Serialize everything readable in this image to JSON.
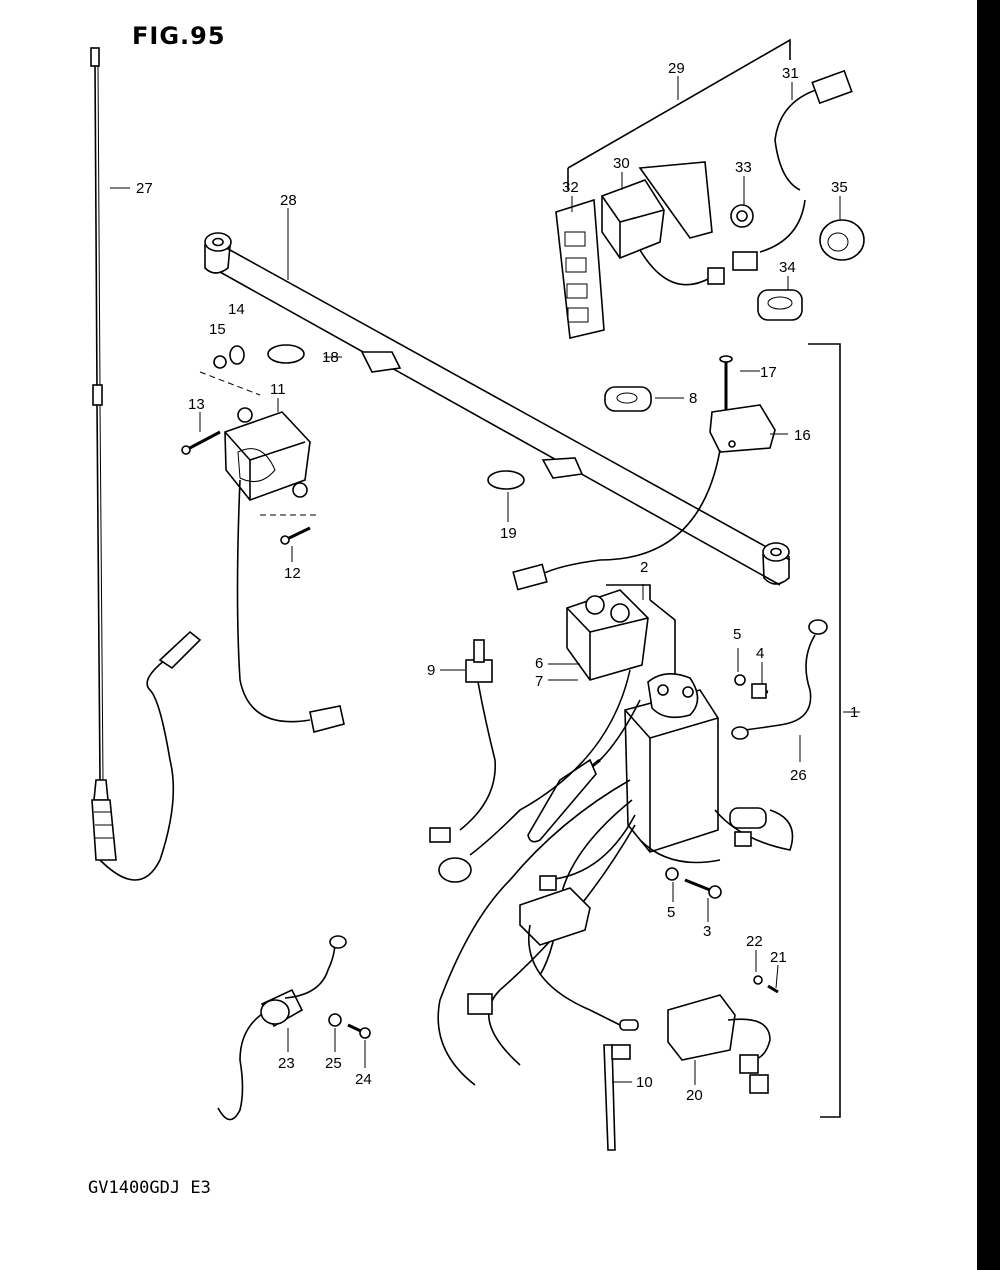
{
  "figure": {
    "title": "FIG.95",
    "model_code": "GV1400GDJ E3"
  },
  "callouts": [
    {
      "id": "1",
      "label": "1"
    },
    {
      "id": "2",
      "label": "2"
    },
    {
      "id": "3",
      "label": "3"
    },
    {
      "id": "4",
      "label": "4"
    },
    {
      "id": "5a",
      "label": "5"
    },
    {
      "id": "5b",
      "label": "5"
    },
    {
      "id": "6",
      "label": "6"
    },
    {
      "id": "7",
      "label": "7"
    },
    {
      "id": "8",
      "label": "8"
    },
    {
      "id": "9",
      "label": "9"
    },
    {
      "id": "10",
      "label": "10"
    },
    {
      "id": "11",
      "label": "11"
    },
    {
      "id": "12",
      "label": "12"
    },
    {
      "id": "13",
      "label": "13"
    },
    {
      "id": "14",
      "label": "14"
    },
    {
      "id": "15",
      "label": "15"
    },
    {
      "id": "16",
      "label": "16"
    },
    {
      "id": "17",
      "label": "17"
    },
    {
      "id": "18",
      "label": "18"
    },
    {
      "id": "19",
      "label": "19"
    },
    {
      "id": "20",
      "label": "20"
    },
    {
      "id": "21",
      "label": "21"
    },
    {
      "id": "22",
      "label": "22"
    },
    {
      "id": "23",
      "label": "23"
    },
    {
      "id": "24",
      "label": "24"
    },
    {
      "id": "25",
      "label": "25"
    },
    {
      "id": "26",
      "label": "26"
    },
    {
      "id": "27",
      "label": "27"
    },
    {
      "id": "28",
      "label": "28"
    },
    {
      "id": "29",
      "label": "29"
    },
    {
      "id": "30",
      "label": "30"
    },
    {
      "id": "31",
      "label": "31"
    },
    {
      "id": "32",
      "label": "32"
    },
    {
      "id": "33",
      "label": "33"
    },
    {
      "id": "34",
      "label": "34"
    },
    {
      "id": "35",
      "label": "35"
    }
  ]
}
